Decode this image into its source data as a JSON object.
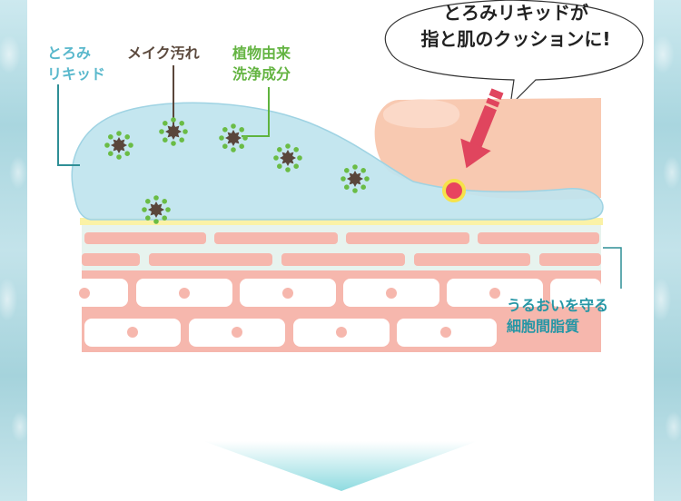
{
  "labels": {
    "liquid": "とろみ\nリキッド",
    "makeup_dirt": "メイク汚れ",
    "plant_cleansing": "植物由来\n洗浄成分",
    "ceramide": "うるおいを守る\n細胞間脂質"
  },
  "callout": {
    "text": "とろみリキッドが\n指と肌のクッションに!"
  },
  "colors": {
    "liquid": "#bfe4ee",
    "liquid_outline": "#9fd3e3",
    "skin_brick": "#f6b7ad",
    "skin_lipid": "#e6f3ee",
    "finger": "#f8c9b1",
    "arrow": "#e0455e",
    "dirt": "#5a463b",
    "plant_dots": "#6abc45",
    "teal_line": "#2f8f96",
    "green_line": "#5fb33e",
    "yellow_layer": "#fbf2a6",
    "down_arrow": "#8fdbe0"
  }
}
